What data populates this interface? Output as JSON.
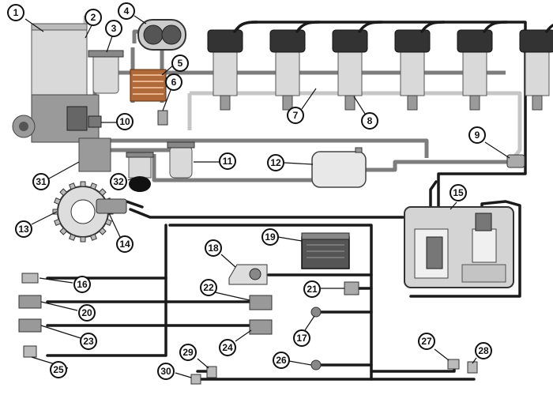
{
  "callouts": [
    {
      "id": "1",
      "label": "1"
    },
    {
      "id": "2",
      "label": "2"
    },
    {
      "id": "3",
      "label": "3"
    },
    {
      "id": "4",
      "label": "4"
    },
    {
      "id": "5",
      "label": "5"
    },
    {
      "id": "6",
      "label": "6"
    },
    {
      "id": "7",
      "label": "7"
    },
    {
      "id": "8",
      "label": "8"
    },
    {
      "id": "9",
      "label": "9"
    },
    {
      "id": "10",
      "label": "10"
    },
    {
      "id": "11",
      "label": "11"
    },
    {
      "id": "12",
      "label": "12"
    },
    {
      "id": "13",
      "label": "13"
    },
    {
      "id": "14",
      "label": "14"
    },
    {
      "id": "15",
      "label": "15"
    },
    {
      "id": "16",
      "label": "16"
    },
    {
      "id": "17",
      "label": "17"
    },
    {
      "id": "18",
      "label": "18"
    },
    {
      "id": "19",
      "label": "19"
    },
    {
      "id": "20",
      "label": "20"
    },
    {
      "id": "21",
      "label": "21"
    },
    {
      "id": "22",
      "label": "22"
    },
    {
      "id": "23",
      "label": "23"
    },
    {
      "id": "24",
      "label": "24"
    },
    {
      "id": "25",
      "label": "25"
    },
    {
      "id": "26",
      "label": "26"
    },
    {
      "id": "27",
      "label": "27"
    },
    {
      "id": "28",
      "label": "28"
    },
    {
      "id": "29",
      "label": "29"
    },
    {
      "id": "30",
      "label": "30"
    },
    {
      "id": "31",
      "label": "31"
    },
    {
      "id": "32",
      "label": "32"
    }
  ],
  "injector_count": 6
}
